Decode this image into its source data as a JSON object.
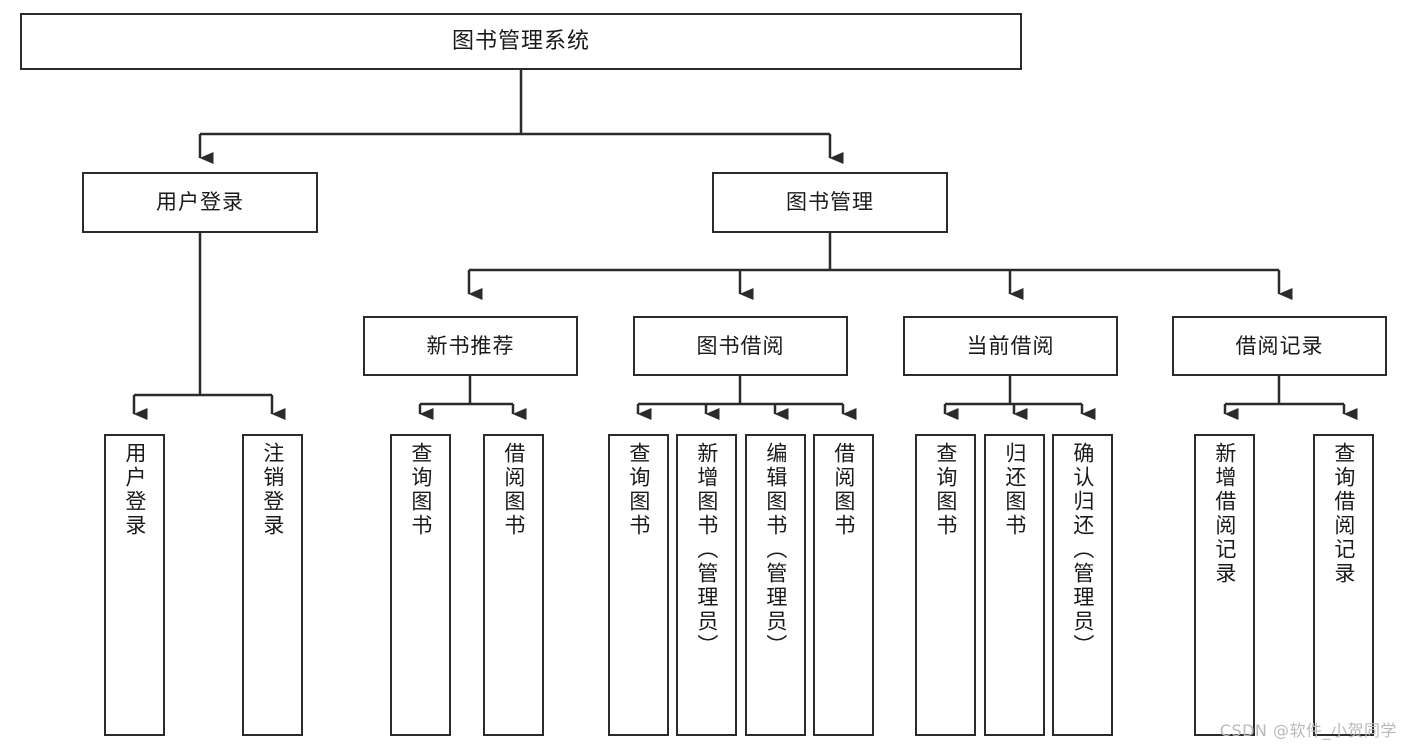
{
  "diagram": {
    "title": "图书管理系统",
    "type": "tree-hierarchy-chart",
    "colors": {
      "box_border": "#2b2b2b",
      "box_fill": "#ffffff",
      "edge": "#2b2b2b",
      "text": "#1a1a1a",
      "background": "#ffffff",
      "watermark": "#b9b9b9"
    },
    "root": {
      "label": "图书管理系统"
    },
    "level2": [
      {
        "label": "用户登录"
      },
      {
        "label": "图书管理"
      }
    ],
    "level3": [
      {
        "label": "新书推荐"
      },
      {
        "label": "图书借阅"
      },
      {
        "label": "当前借阅"
      },
      {
        "label": "借阅记录"
      }
    ],
    "leaves": {
      "user_login": [
        {
          "label": "用户登录"
        },
        {
          "label": "注销登录"
        }
      ],
      "new_book_recommend": [
        {
          "label": "查询图书"
        },
        {
          "label": "借阅图书"
        }
      ],
      "book_borrow": [
        {
          "label": "查询图书"
        },
        {
          "label": "新增图书（管理员）"
        },
        {
          "label": "编辑图书（管理员）"
        },
        {
          "label": "借阅图书"
        }
      ],
      "current_borrow": [
        {
          "label": "查询图书"
        },
        {
          "label": "归还图书"
        },
        {
          "label": "确认归还（管理员）"
        }
      ],
      "borrow_record": [
        {
          "label": "新增借阅记录"
        },
        {
          "label": "查询借阅记录"
        }
      ]
    }
  },
  "watermark": {
    "text": "CSDN @软件_小贺同学"
  }
}
